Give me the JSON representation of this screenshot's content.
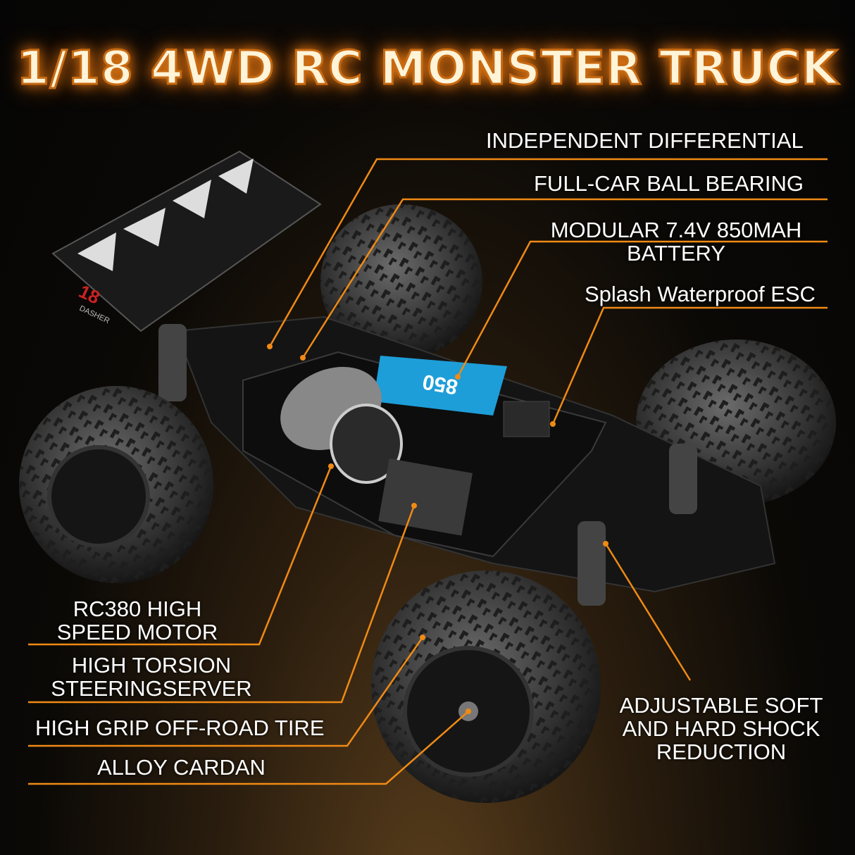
{
  "title": "1/18 4WD RC MONSTER TRUCK",
  "accent_color": "#f08a14",
  "callouts": {
    "differential": "INDEPENDENT DIFFERENTIAL",
    "bearing": "FULL-CAR BALL BEARING",
    "battery_1": "MODULAR 7.4V 850MAH",
    "battery_2": "BATTERY",
    "esc": "Splash Waterproof ESC",
    "motor_1": "RC380 HIGH",
    "motor_2": "SPEED MOTOR",
    "steering_1": "HIGH TORSION",
    "steering_2": "STEERINGSERVER",
    "tire": "HIGH GRIP OFF-ROAD TIRE",
    "cardan": "ALLOY CARDAN",
    "shock_1": "ADJUSTABLE SOFT",
    "shock_2": "AND HARD SHOCK",
    "shock_3": "REDUCTION"
  },
  "product": {
    "battery_label": "850",
    "wing_badge": "18",
    "wing_text": "DASHER"
  }
}
